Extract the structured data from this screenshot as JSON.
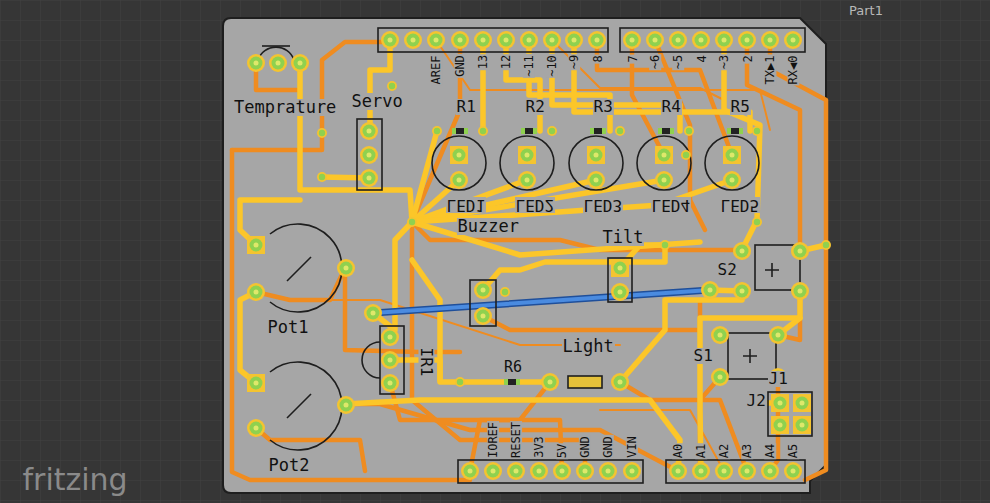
{
  "diagram": {
    "labels": [
      "Part1",
      "AREF",
      "GND",
      "13",
      "12",
      "~11",
      "~10",
      "~9",
      "8",
      "7",
      "~6",
      "~5",
      "4",
      "~3",
      "2",
      "TX▶1",
      "RX◀0",
      "Temprature",
      "Servo",
      "R1",
      "R2",
      "R3",
      "R4",
      "R5",
      "LED1",
      "LED2",
      "LED3",
      "LED4",
      "LED5",
      "Buzzer",
      "Tilt",
      "S2",
      "Pot1",
      "S1",
      "Light",
      "IR1",
      "R6",
      "J1",
      "J2",
      "Pot2",
      "IOREF",
      "RESET",
      "3V3",
      "5V",
      "GND",
      "GND",
      "VIN",
      "A0",
      "A1",
      "A2",
      "A3",
      "A4",
      "A5",
      "fritzing"
    ]
  }
}
